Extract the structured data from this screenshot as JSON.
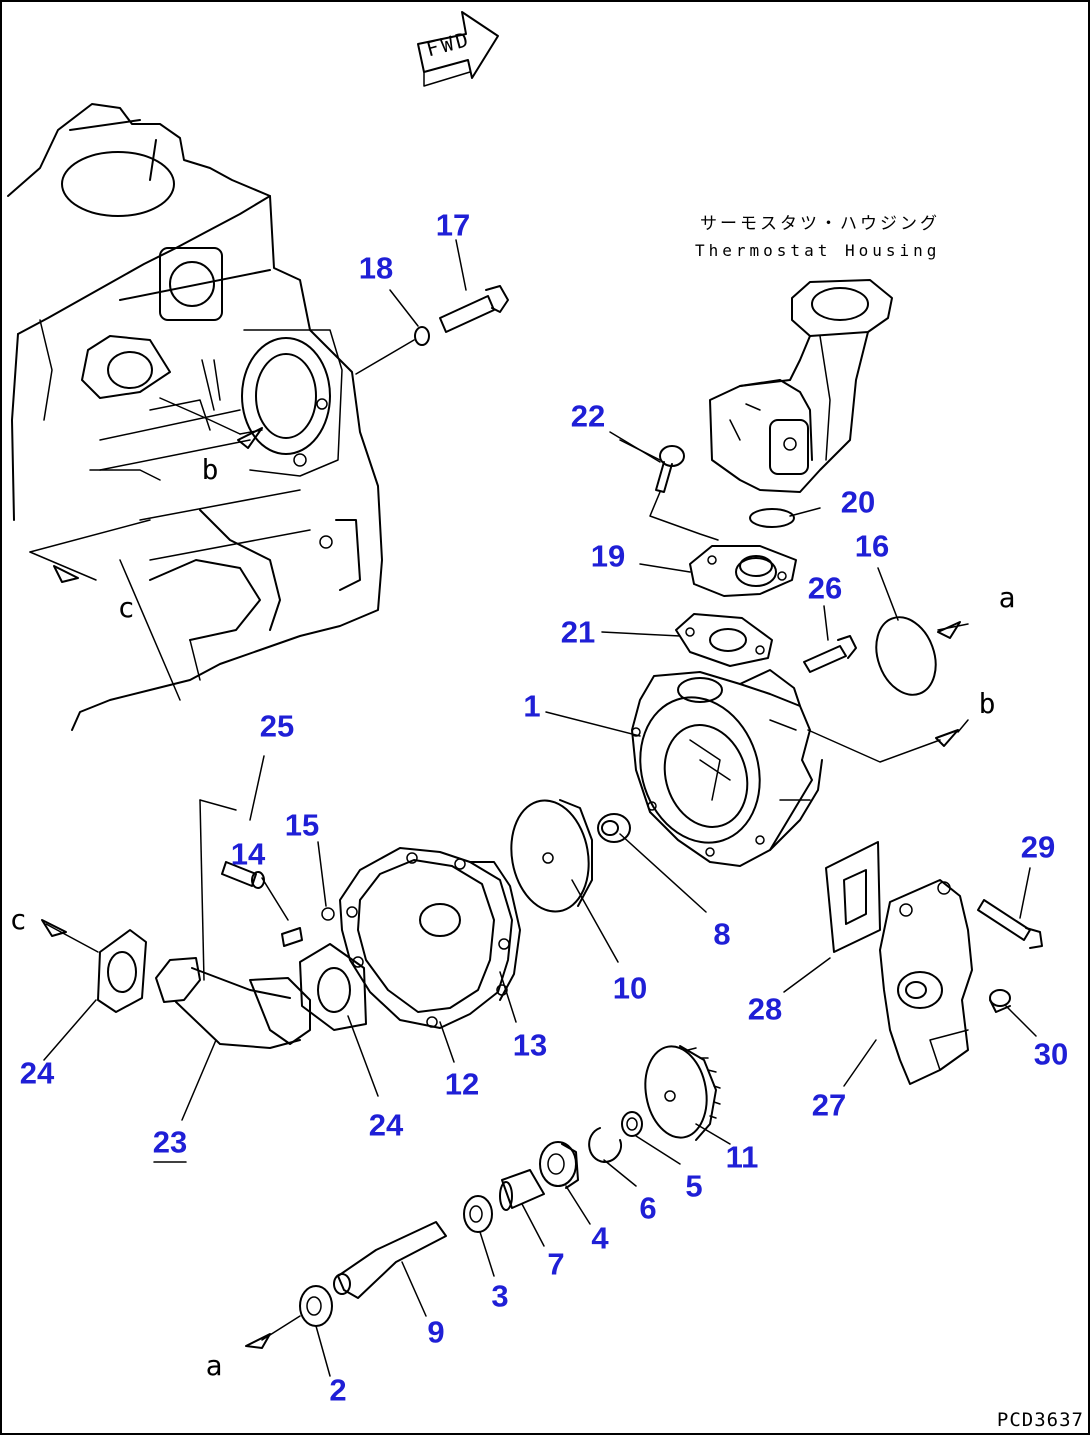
{
  "fwd_label": "FWD",
  "housing_label_jp": "サーモスタツ・ハウジング",
  "housing_label_en": "Thermostat Housing",
  "drawing_code": "PCD3637",
  "colors": {
    "callout": "#1f1fd6",
    "line": "#000000"
  },
  "callouts": [
    "1",
    "2",
    "3",
    "4",
    "5",
    "6",
    "7",
    "8",
    "9",
    "10",
    "11",
    "12",
    "13",
    "14",
    "15",
    "16",
    "17",
    "18",
    "19",
    "20",
    "21",
    "22",
    "23",
    "24",
    "24",
    "25",
    "26",
    "27",
    "28",
    "29",
    "30"
  ],
  "refs": [
    "a",
    "a",
    "b",
    "b",
    "c",
    "c"
  ]
}
